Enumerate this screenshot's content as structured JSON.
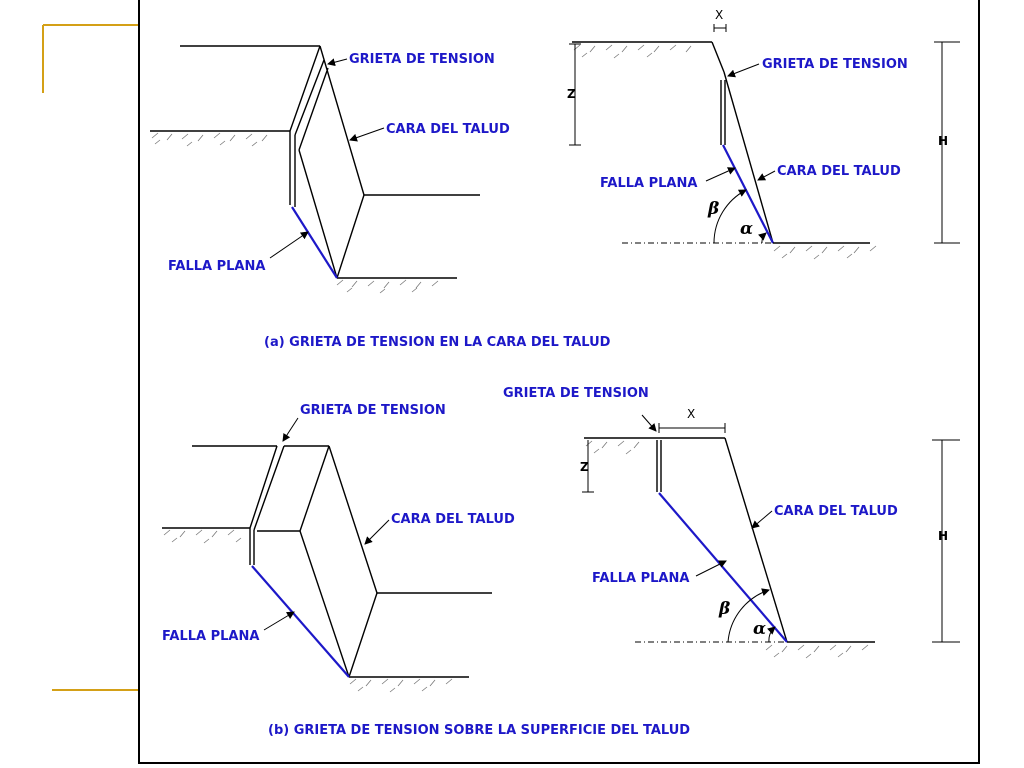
{
  "labels": {
    "tension_crack": "GRIETA DE TENSION",
    "slope_face": "CARA DEL TALUD",
    "plane_failure": "FALLA PLANA",
    "dim_x": "X",
    "dim_z": "Z",
    "dim_h": "H",
    "beta": "β",
    "alpha": "α"
  },
  "captions": {
    "a": "(a) GRIETA DE TENSION EN LA CARA DEL TALUD",
    "b": "(b) GRIETA DE TENSION SOBRE LA SUPERFICIE DEL TALUD"
  },
  "colors": {
    "label_blue": "#1d18c8",
    "decor_gold": "#d4a017",
    "line": "#000000"
  }
}
